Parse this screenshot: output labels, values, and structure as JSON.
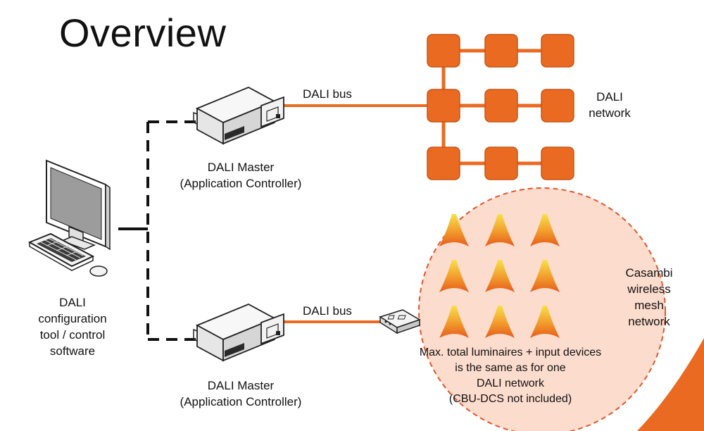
{
  "title": "Overview",
  "colors": {
    "orange": "#ea6a21",
    "orange_dark": "#c85516",
    "mesh_fill": "#fcdccd",
    "mesh_border": "#e2562a",
    "line": "#111111"
  },
  "labels": {
    "dali_bus_top": "DALI bus",
    "dali_bus_bottom": "DALI bus",
    "dali_network": [
      "DALI",
      "network"
    ],
    "master_top": [
      "DALI Master",
      "(Application Controller)"
    ],
    "master_bottom": [
      "DALI Master",
      "(Application Controller)"
    ],
    "config_tool": [
      "DALI",
      "configuration",
      "tool / control",
      "software"
    ],
    "casambi": [
      "Casambi",
      "wireless",
      "mesh",
      "network"
    ],
    "mesh_note": [
      "Max. total luminaires + input devices",
      "is the same as for one",
      "DALI network",
      "(CBU-DCS not included)"
    ]
  },
  "icons": {
    "computer": "desktop-computer-icon",
    "master": "dali-master-controller-icon",
    "gateway": "casambi-gateway-icon",
    "luminaire": "luminaire-icon",
    "node": "dali-device-node"
  }
}
